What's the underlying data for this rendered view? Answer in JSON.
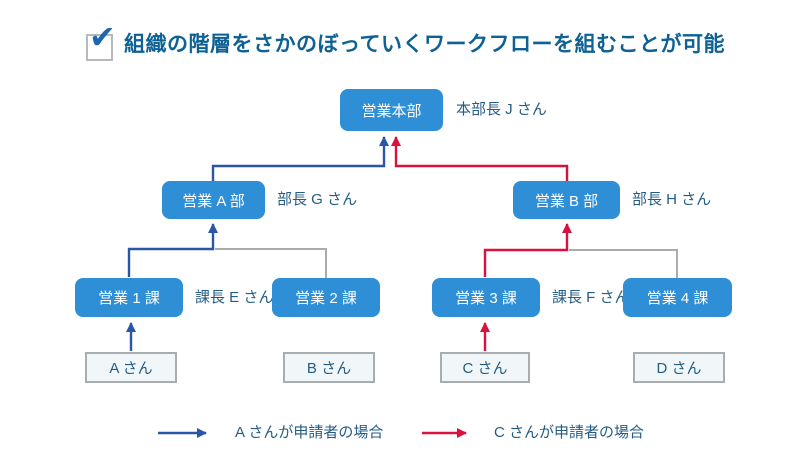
{
  "title": "組織の階層をさかのぼっていくワークフローを組むことが可能",
  "colors": {
    "box_blue": "#2e8fd6",
    "arrow_blue": "#2b55a7",
    "arrow_red": "#d9113f",
    "connector_gray": "#a9abad",
    "label_blue": "#255c84",
    "title_blue": "#0e6194",
    "check_blue": "#2166ac",
    "person_box_bg": "#f1f7f9",
    "person_box_border": "#a9adb0"
  },
  "nodes": {
    "hq": {
      "label": "営業本部",
      "person": "本部長 J さん"
    },
    "deptA": {
      "label": "営業 A 部",
      "person": "部長 G さん"
    },
    "deptB": {
      "label": "営業 B 部",
      "person": "部長 H さん"
    },
    "sec1": {
      "label": "営業 1 課",
      "person": "課長 E さん"
    },
    "sec2": {
      "label": "営業 2 課"
    },
    "sec3": {
      "label": "営業 3 課",
      "person": "課長 F さん"
    },
    "sec4": {
      "label": "営業 4 課"
    },
    "personA": {
      "label": "A さん"
    },
    "personB": {
      "label": "B さん"
    },
    "personC": {
      "label": "C さん"
    },
    "personD": {
      "label": "D さん"
    }
  },
  "legend": {
    "blue": {
      "label": "A さんが申請者の場合"
    },
    "red": {
      "label": "C さんが申請者の場合"
    }
  }
}
